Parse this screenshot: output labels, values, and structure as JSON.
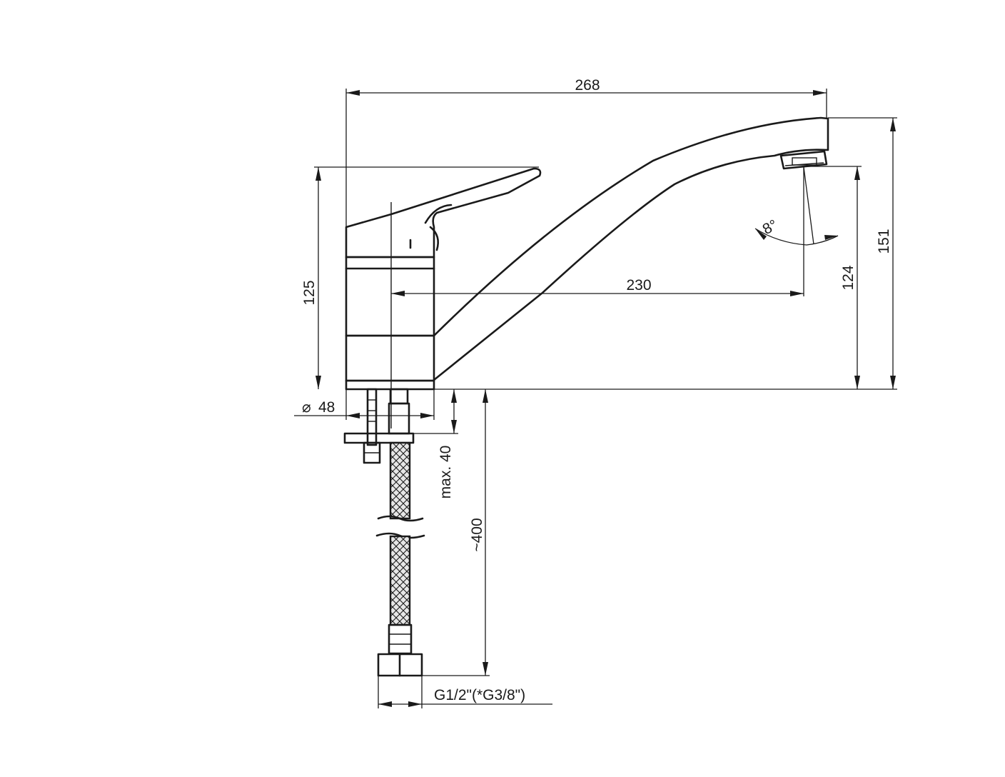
{
  "dimensions": {
    "overall_length": "268",
    "spout_reach": "230",
    "body_height": "125",
    "outlet_height": "124",
    "total_height": "151",
    "base_diameter": "48",
    "diameter_symbol": "⌀",
    "max_deck_thickness": "max. 40",
    "hose_length": "~400",
    "thread_size": "G1/2\"(*G3/8\")",
    "aerator_angle": "8°"
  },
  "colors": {
    "line": "#1a1a1a",
    "background": "#ffffff",
    "hose_fill": "#e6e6e6"
  }
}
